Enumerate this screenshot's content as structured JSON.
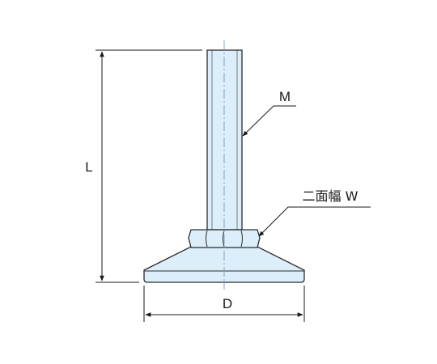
{
  "labels": {
    "thread": "M",
    "across_flats": "二面幅 W",
    "length": "L",
    "diameter": "D"
  },
  "colors": {
    "fill": "#dceefa",
    "outline": "#2b2b2b",
    "centerline": "#7a9bb5"
  }
}
